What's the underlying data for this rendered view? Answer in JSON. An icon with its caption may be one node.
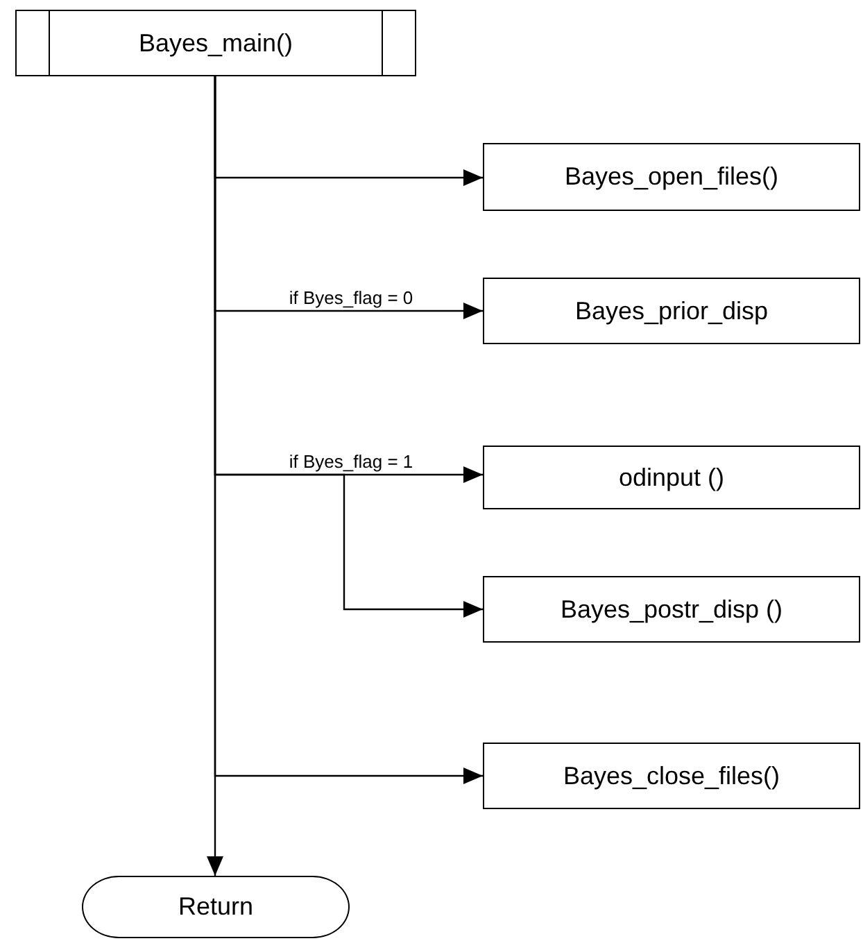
{
  "diagram": {
    "nodes": [
      {
        "text": [
          "Bayes_main()"
        ]
      },
      {
        "text": [
          "Bayes_open_files()"
        ]
      },
      {
        "text": [
          "Bayes_prior_disp"
        ]
      },
      {
        "text": [
          "odinput ()"
        ]
      },
      {
        "text": [
          "Bayes_postr_disp ()"
        ]
      },
      {
        "text": [
          "Bayes_close_files()"
        ]
      },
      {
        "text": [
          "Return"
        ]
      }
    ],
    "edges": [
      {
        "from": 0,
        "to": 1,
        "arrow": "to"
      },
      {
        "from": 0,
        "to": 2,
        "arrow": "to",
        "label": "if Byes_flag = 0"
      },
      {
        "from": 0,
        "to": 3,
        "arrow": "to",
        "label": "if Byes_flag = 1"
      },
      {
        "from": 0,
        "to": 4,
        "arrow": "to"
      },
      {
        "from": 0,
        "to": 5,
        "arrow": "to"
      },
      {
        "from": 0,
        "to": 6,
        "arrow": "to"
      }
    ]
  }
}
